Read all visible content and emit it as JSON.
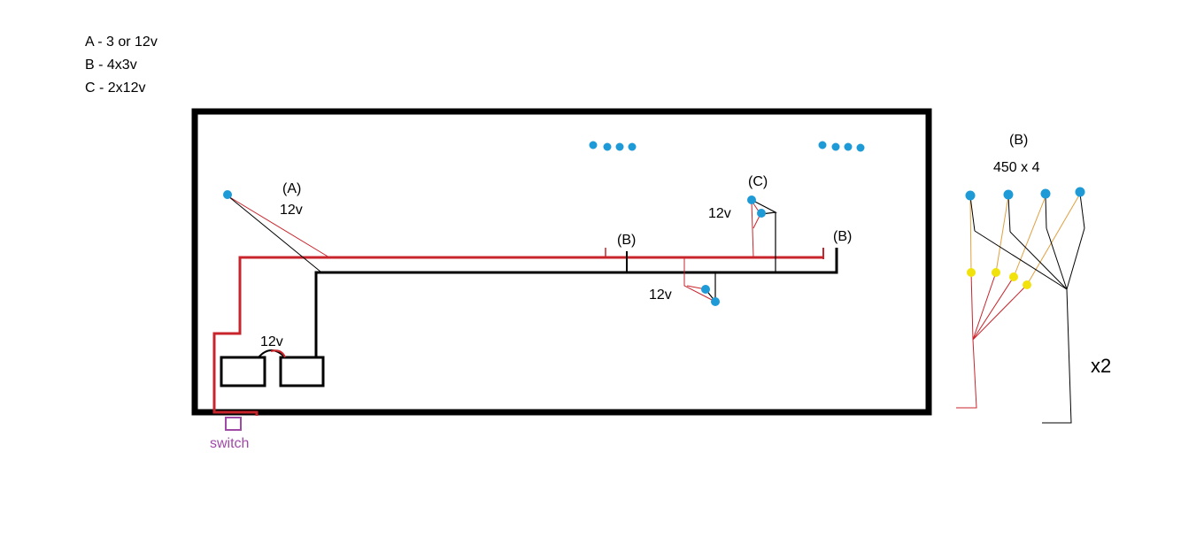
{
  "legend": {
    "line_a": "A - 3 or 12v",
    "line_b": "B - 4x3v",
    "line_c": "C - 2x12v"
  },
  "labels": {
    "a_tag": "(A)",
    "a_voltage": "12v",
    "battery_voltage": "12v",
    "switch": "switch",
    "b_tag_1": "(B)",
    "b_tag_2": "(B)",
    "c_tag": "(C)",
    "c_voltage": "12v",
    "mid_voltage": "12v",
    "detail_tag": "(B)",
    "detail_spec": "450 x 4",
    "detail_count": "x2"
  },
  "colors": {
    "box": "#000000",
    "positive_wire": "#c8242b",
    "negative_wire": "#000000",
    "led_blue": "#1e9ad6",
    "led_yellow": "#f2e20c",
    "switch": "#a04aa8",
    "resistor_wire": "#e0a040"
  }
}
